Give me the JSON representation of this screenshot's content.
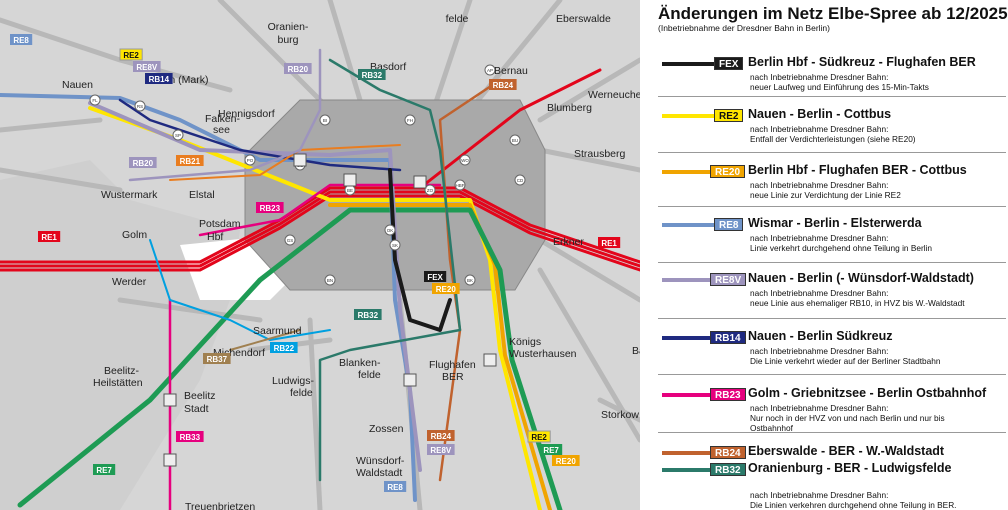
{
  "legend": {
    "title": "Änderungen im Netz Elbe-Spree ab 12/2025",
    "subtitle": "(Inbetriebnahme der Dresdner Bahn in Berlin)",
    "entries": [
      {
        "code": "FEX",
        "route": "Berlin Hbf - Südkreuz - Flughafen BER",
        "note_lines": [
          "nach Inbetriebnahme Dresdner Bahn:",
          "neuer Laufweg und Einführung des 15-Min-Takts"
        ],
        "color": "#1a1a1a",
        "badge_bg": "#1a1a1a",
        "badge_fg": "#ffffff"
      },
      {
        "code": "RE2",
        "route": "Nauen - Berlin - Cottbus",
        "note_lines": [
          "nach Inbetriebnahme Dresdner Bahn:",
          "Entfall der Verdichterleistungen (siehe RE20)"
        ],
        "color": "#ffe600",
        "badge_bg": "#ffe600",
        "badge_fg": "#111111"
      },
      {
        "code": "RE20",
        "route": "Berlin Hbf - Flughafen BER - Cottbus",
        "note_lines": [
          "nach Inbetriebnahme Dresdner Bahn:",
          "neue Linie zur Verdichtung der Linie RE2"
        ],
        "color": "#f0a400",
        "badge_bg": "#f0a400",
        "badge_fg": "#ffffff"
      },
      {
        "code": "RE8",
        "route": "Wismar - Berlin - Elsterwerda",
        "note_lines": [
          "nach Inbetriebnahme Dresdner Bahn:",
          "Linie verkehrt durchgehend ohne Teilung in Berlin"
        ],
        "color": "#6f93c8",
        "badge_bg": "#6f93c8",
        "badge_fg": "#ffffff"
      },
      {
        "code": "RE8V",
        "route": "Nauen - Berlin (- Wünsdorf-Waldstadt)",
        "note_lines": [
          "nach Inbetriebnahme Dresdner Bahn:",
          "neue Linie aus ehemaliger RB10, in HVZ bis W.-Waldstadt"
        ],
        "color": "#9d94bd",
        "badge_bg": "#9d94bd",
        "badge_fg": "#ffffff"
      },
      {
        "code": "RB14",
        "route": "Nauen - Berlin Südkreuz",
        "note_lines": [
          "nach Inbetriebnahme Dresdner Bahn:",
          "Die Linie verkehrt wieder auf der Berliner Stadtbahn"
        ],
        "color": "#1f2a80",
        "badge_bg": "#1f2a80",
        "badge_fg": "#ffffff"
      },
      {
        "code": "RB23",
        "route": "Golm - Griebnitzsee - Berlin Ostbahnhof",
        "note_lines": [
          "nach Inbetriebnahme Dresdner Bahn:",
          "Nur noch in der HVZ von und nach Berlin und nur bis",
          "Ostbahnhof"
        ],
        "color": "#e6007e",
        "badge_bg": "#e6007e",
        "badge_fg": "#ffffff"
      },
      {
        "code": "RB24",
        "route": "Eberswalde - BER - W.-Waldstadt",
        "note_lines": [],
        "color": "#c0622e",
        "badge_bg": "#c0622e",
        "badge_fg": "#ffffff"
      },
      {
        "code": "RB32",
        "route": "Oranienburg - BER - Ludwigsfelde",
        "note_lines": [
          "nach Inbetriebnahme Dresdner Bahn:",
          "Die Linien verkehren durchgehend ohne Teilung in BER."
        ],
        "color": "#2b7a6a",
        "badge_bg": "#2b7a6a",
        "badge_fg": "#ffffff"
      }
    ]
  },
  "map": {
    "places": [
      "Oranien-",
      "burg",
      "felde",
      "Eberswalde",
      "Basdorf",
      "Bernau",
      "Werneuchen",
      "Blumberg",
      "Strausberg",
      "Nauen",
      "Velten (Mark)",
      "Hennigsdorf",
      "Falken-",
      "see",
      "Wustermark",
      "Elstal",
      "Potsdam",
      "Hbf",
      "Golm",
      "Werder",
      "Erkner",
      "Saarmund",
      "Michendorf",
      "Ludwigs-",
      "felde",
      "Blanken-",
      "felde",
      "Flughafen",
      "BER",
      "Königs",
      "Wusterhausen",
      "Beelitz-",
      "Heilstätten",
      "Beelitz",
      "Stadt",
      "Zossen",
      "Wünsdorf-",
      "Waldstadt",
      "Storkow",
      "Treuenbrietzen",
      "Ba"
    ],
    "tags": [
      "RE8",
      "RE2",
      "RE8V",
      "RB14",
      "RB20",
      "RB32",
      "RB24",
      "RB20",
      "RB21",
      "RB23",
      "RE1",
      "RE1",
      "FEX",
      "RE20",
      "RB32",
      "RB22",
      "RB37",
      "RB33",
      "RE7",
      "RB24",
      "RE8V",
      "RE8",
      "RE2",
      "RE7",
      "RE20"
    ],
    "stations": [
      "FL",
      "RS",
      "SP",
      "OB",
      "BE",
      "OK",
      "ZO",
      "HBF",
      "SK",
      "GS",
      "BK",
      "BN",
      "BI",
      "PO",
      "FH",
      "WO",
      "CD",
      "BU",
      "AP"
    ]
  }
}
